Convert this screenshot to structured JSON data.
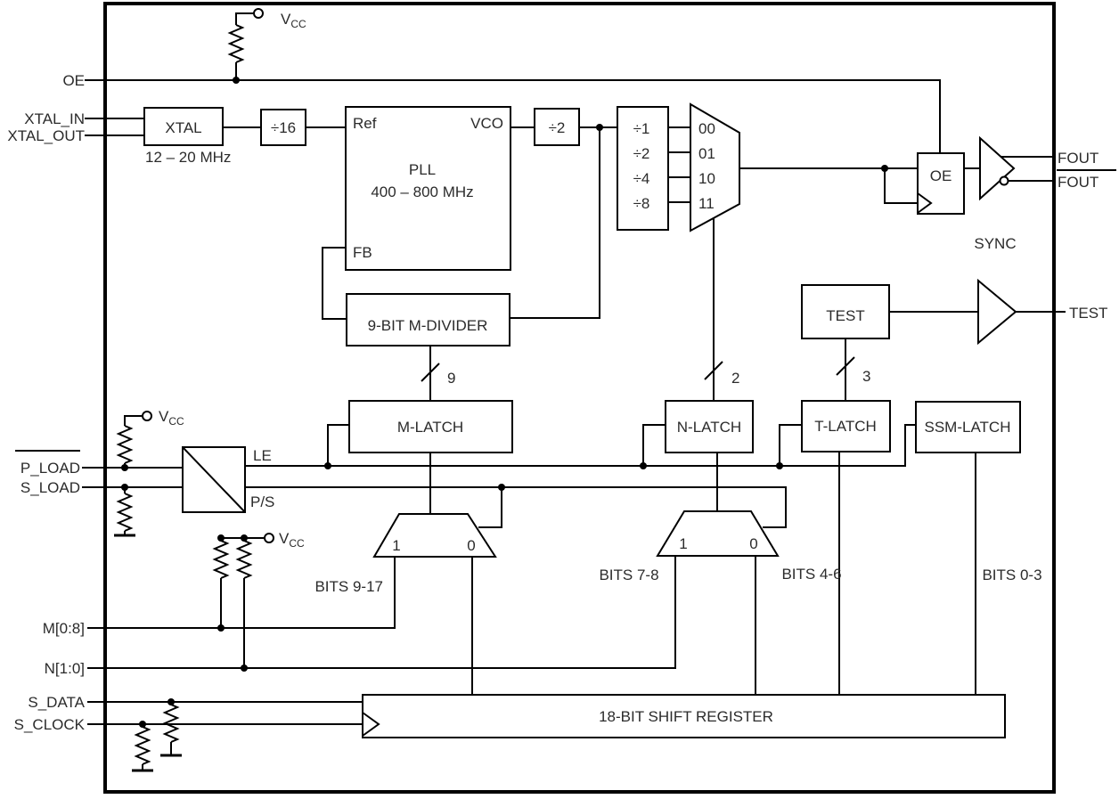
{
  "pins": {
    "left": {
      "oe": "OE",
      "xtal_in": "XTAL_IN",
      "xtal_out": "XTAL_OUT",
      "p_load": "P_LOAD",
      "s_load": "S_LOAD",
      "m_bus": "M[0:8]",
      "n_bus": "N[1:0]",
      "s_data": "S_DATA",
      "s_clock": "S_CLOCK"
    },
    "right": {
      "fout": "FOUT",
      "fout_b": "FOUT",
      "test": "TEST"
    }
  },
  "power": {
    "v": "V",
    "cc": "CC"
  },
  "blocks": {
    "xtal": "XTAL",
    "xtal_range": "12 – 20 MHz",
    "div16": "÷16",
    "div2": "÷2",
    "oe_ff": "OE",
    "test": "TEST",
    "m_divider": "9-BIT M-DIVIDER",
    "m_latch": "M-LATCH",
    "n_latch": "N-LATCH",
    "t_latch": "T-LATCH",
    "ssm_latch": "SSM-LATCH",
    "shift_register": "18-BIT SHIFT REGISTER"
  },
  "pll": {
    "ref": "Ref",
    "vco": "VCO",
    "fb": "FB",
    "name": "PLL",
    "range": "400 – 800 MHz"
  },
  "dividers": {
    "rows": [
      "÷1",
      "÷2",
      "÷4",
      "÷8"
    ],
    "codes": [
      "00",
      "01",
      "10",
      "11"
    ]
  },
  "bus_widths": {
    "m": "9",
    "n": "2",
    "t": "3"
  },
  "mux": {
    "one": "1",
    "zero": "0"
  },
  "bits": {
    "b9_17": "BITS 9-17",
    "b7_8": "BITS 7-8",
    "b4_6": "BITS 4-6",
    "b0_3": "BITS 0-3"
  },
  "misc": {
    "sync": "SYNC",
    "le": "LE",
    "ps": "P/S"
  }
}
